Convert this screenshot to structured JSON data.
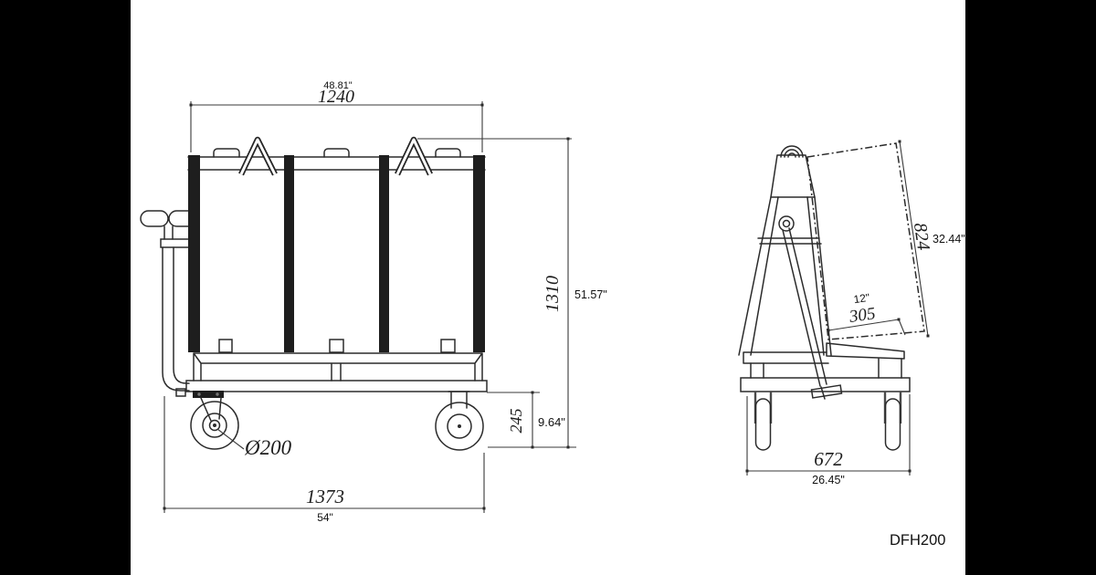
{
  "drawing": {
    "model": "DFH200",
    "front_view": {
      "width_in": "48.81\"",
      "width_mm": "1240",
      "height_mm": "1310",
      "height_in": "51.57\"",
      "caster_height_mm": "245",
      "caster_height_in": "9.64\"",
      "wheel_diameter_mm": "Ø200",
      "overall_length_mm": "1373",
      "overall_length_in": "54\""
    },
    "side_view": {
      "panel_length_mm": "824",
      "panel_length_in": "32.44\"",
      "shelf_depth_in": "12\"",
      "shelf_depth_mm": "305",
      "base_width_mm": "672",
      "base_width_in": "26.45\""
    },
    "colors": {
      "canvas": "#000000",
      "paper": "#ffffff",
      "line": "#2b2b2b"
    }
  }
}
